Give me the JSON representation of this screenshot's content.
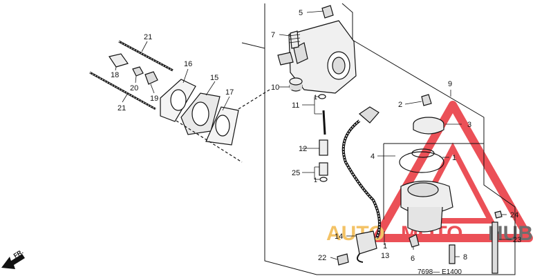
{
  "diagram": {
    "callouts": {
      "n1a": "1",
      "n1b": "1",
      "n1c": "1",
      "n1d": "1",
      "n2": "2",
      "n3": "3",
      "n4": "4",
      "n5": "5",
      "n6": "6",
      "n7": "7",
      "n8": "8",
      "n9": "9",
      "n10": "10",
      "n11": "11",
      "n12": "12",
      "n13": "13",
      "n14": "14",
      "n15": "15",
      "n16": "16",
      "n17": "17",
      "n18": "18",
      "n19": "19",
      "n20": "20",
      "n21a": "21",
      "n21b": "21",
      "n22": "22",
      "n23": "23",
      "n24": "24",
      "n25": "25"
    },
    "direction_label": "FR.",
    "diagram_code": "7698— E1400"
  },
  "watermark": {
    "word_auto": "AUTO",
    "word_moto": "MOTO",
    "word_hub": "HUB",
    "colors": {
      "auto": "#f2b84b",
      "moto": "#e8323a",
      "hub": "#555555",
      "triangle": "#e8323a"
    }
  }
}
